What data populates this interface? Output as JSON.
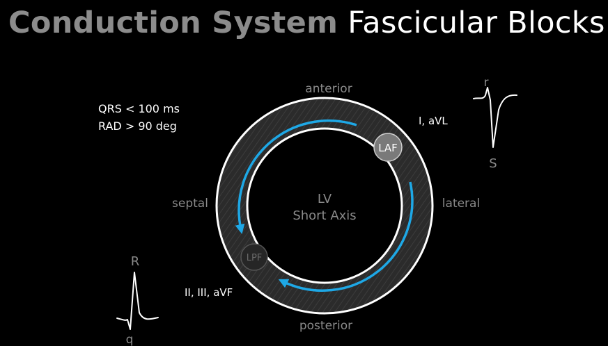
{
  "title": {
    "part1": "Conduction System",
    "part2": "Fascicular Blocks"
  },
  "criteria": {
    "line1": "QRS < 100 ms",
    "line2": "RAD > 90 deg"
  },
  "ventricle": {
    "name": "LV",
    "view": "Short Axis"
  },
  "walls": {
    "anterior": "anterior",
    "lateral": "lateral",
    "septal": "septal",
    "posterior": "posterior"
  },
  "leads": {
    "lateral": "I, aVL",
    "inferior": "II, III, aVF"
  },
  "fascicles": {
    "anterior": "LAF",
    "posterior": "LPF"
  },
  "waves": {
    "lateral_small": "r",
    "lateral_large": "S",
    "inferior_large": "R",
    "inferior_small": "q"
  },
  "colors": {
    "arrow": "#1ea8e6",
    "muscle": "#2e2e2e",
    "ring": "#ffffff",
    "title_grey": "#8c8c8c",
    "label_grey": "#8a8a8a"
  }
}
